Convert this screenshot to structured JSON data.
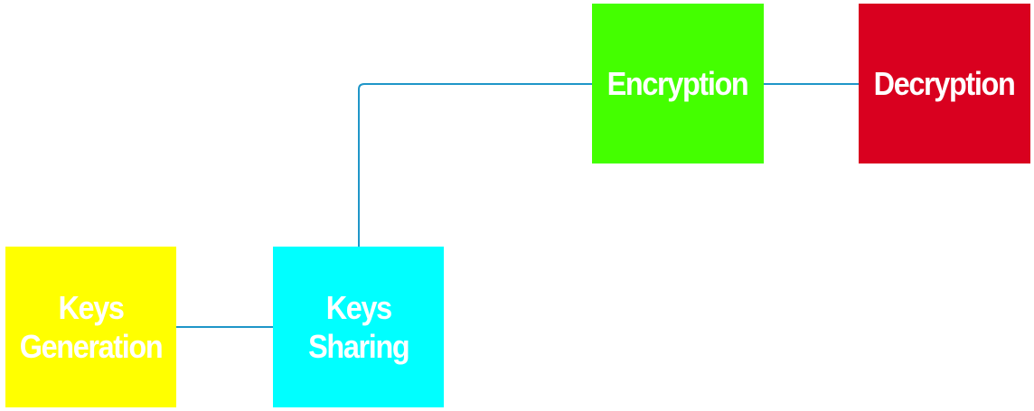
{
  "diagram": {
    "connector_color": "#1f96c8",
    "nodes": [
      {
        "id": "keys-generation",
        "label": "Keys\nGeneration",
        "color": "#ffff00"
      },
      {
        "id": "keys-sharing",
        "label": "Keys\nSharing",
        "color": "#00ffff"
      },
      {
        "id": "encryption",
        "label": "Encryption",
        "color": "#44ff00"
      },
      {
        "id": "decryption",
        "label": "Decryption",
        "color": "#d9001f"
      }
    ],
    "edges": [
      {
        "from": "keys-generation",
        "to": "keys-sharing"
      },
      {
        "from": "keys-sharing",
        "to": "encryption"
      },
      {
        "from": "encryption",
        "to": "decryption"
      }
    ]
  }
}
